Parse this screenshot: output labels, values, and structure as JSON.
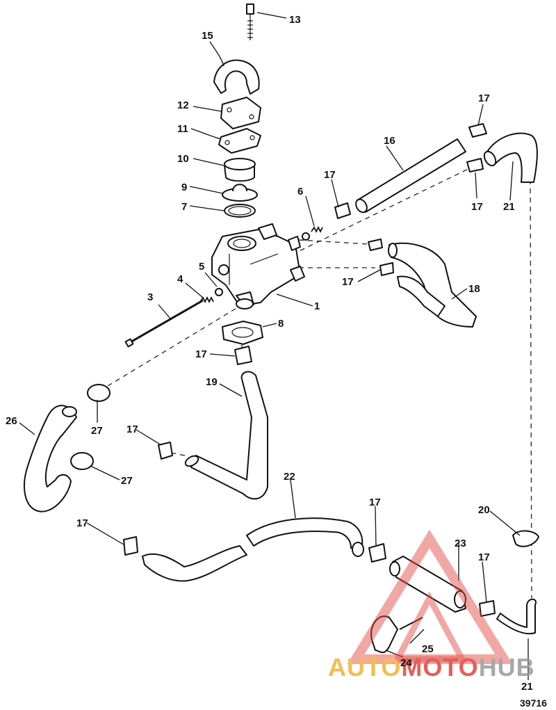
{
  "callouts": [
    "1",
    "3",
    "4",
    "5",
    "6",
    "7",
    "8",
    "9",
    "10",
    "11",
    "12",
    "13",
    "15",
    "16",
    "17",
    "18",
    "19",
    "20",
    "21",
    "22",
    "23",
    "24",
    "25",
    "26",
    "27"
  ],
  "figure_number": "39716",
  "watermark": {
    "part1": "AUTO",
    "part2": "MOTO",
    "part3": "HUB",
    "color1": "#f2b134",
    "color2": "#e0433d",
    "color3": "#9a9a9a"
  }
}
